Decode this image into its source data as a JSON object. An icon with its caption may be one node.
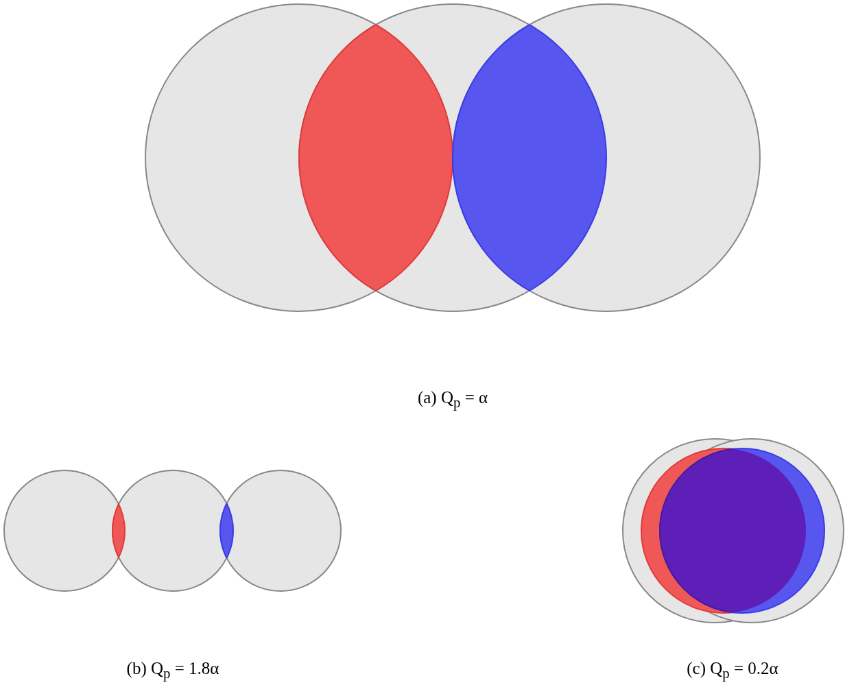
{
  "diagram": {
    "labels": [
      "(a) Q$_{p}$ = α",
      "(b) Q$_{p}$ = 1.8α",
      "(c) Q$_{p}$ = 0.2α"
    ]
  }
}
